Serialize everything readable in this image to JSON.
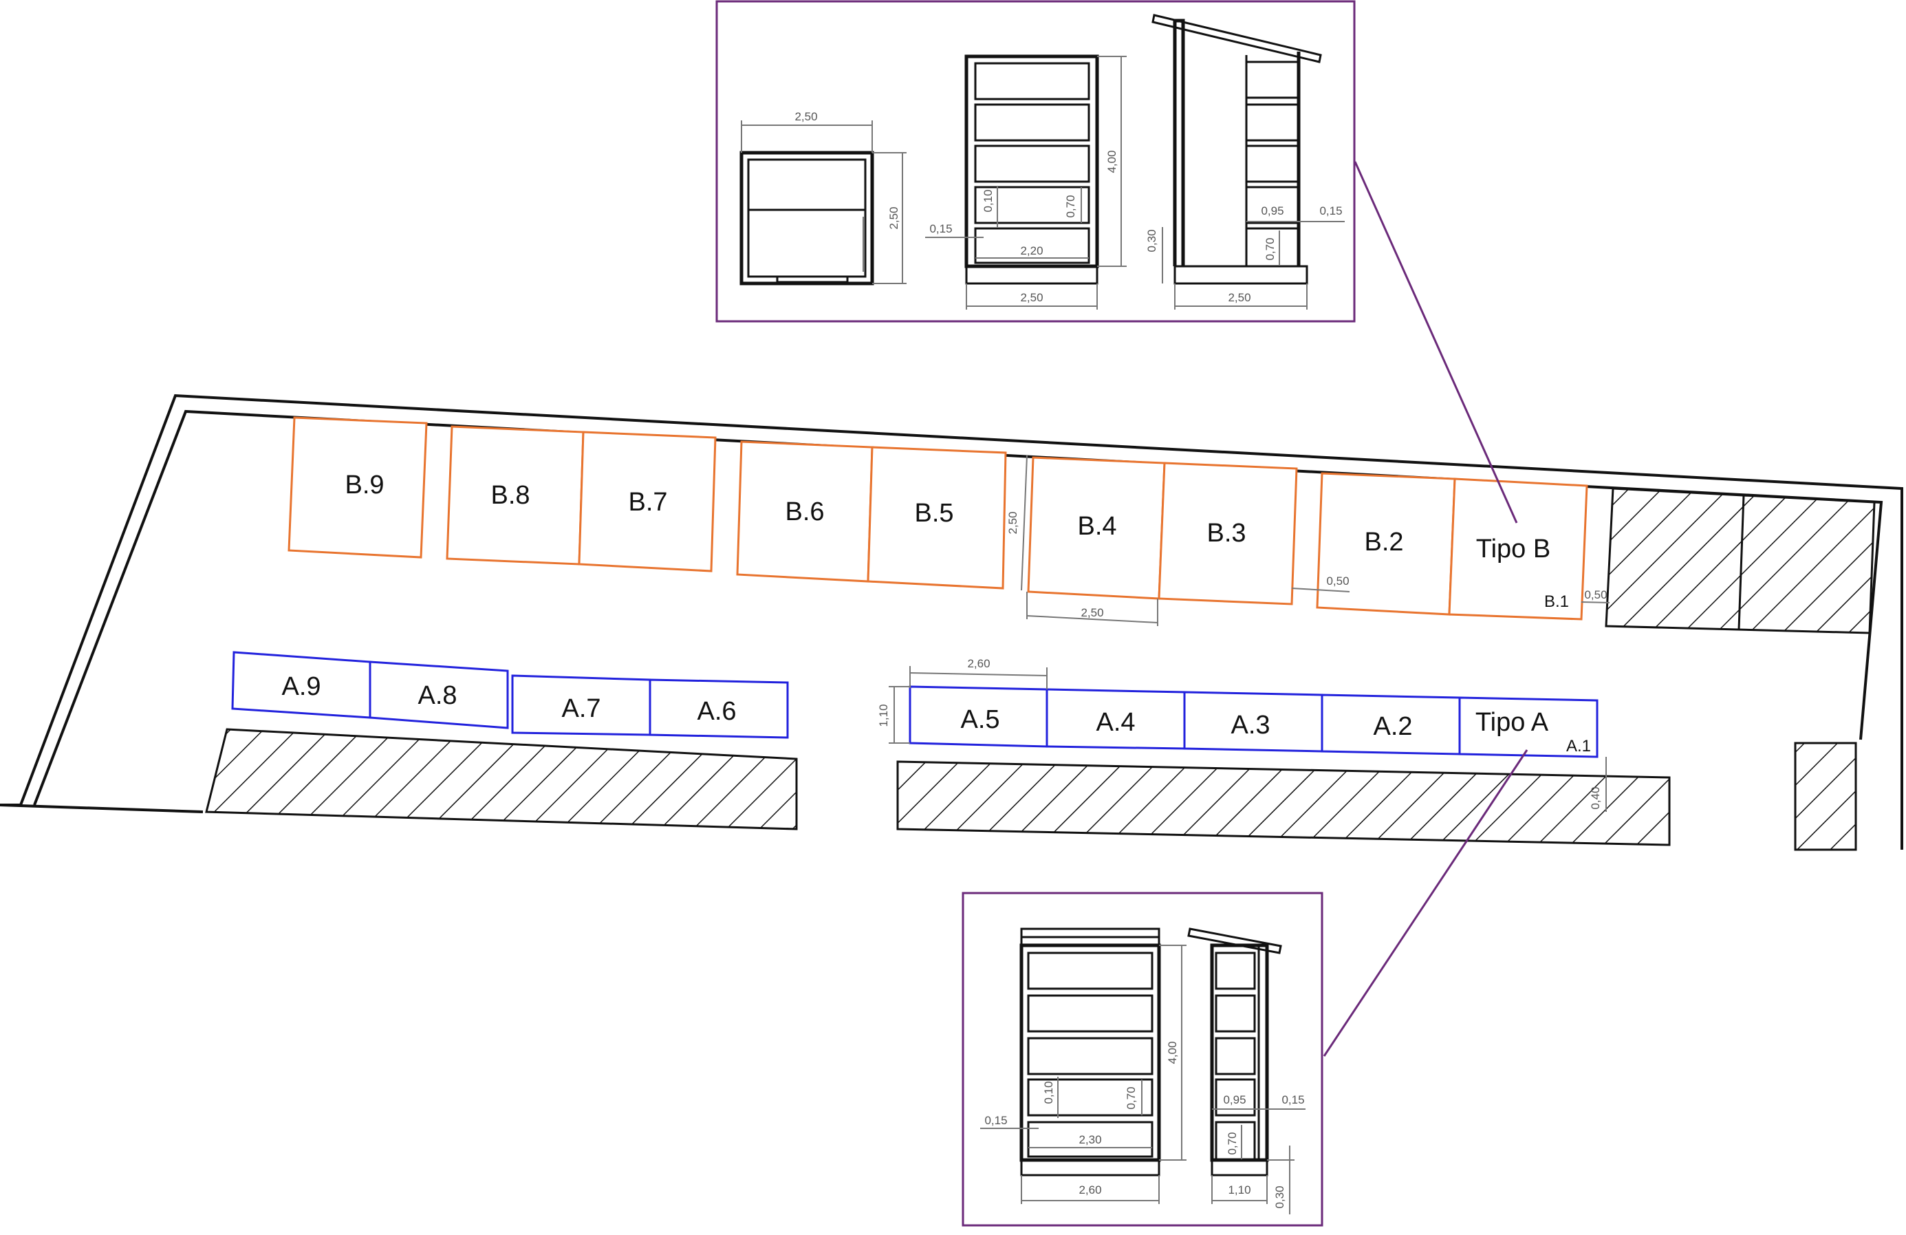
{
  "plan": {
    "type_b_blocks": [
      {
        "id": "b9",
        "label": "B.9"
      },
      {
        "id": "b8",
        "label": "B.8"
      },
      {
        "id": "b7",
        "label": "B.7"
      },
      {
        "id": "b6",
        "label": "B.6"
      },
      {
        "id": "b5",
        "label": "B.5"
      },
      {
        "id": "b4",
        "label": "B.4"
      },
      {
        "id": "b3",
        "label": "B.3"
      },
      {
        "id": "b2",
        "label": "B.2"
      },
      {
        "id": "b1",
        "label": "Tipo B",
        "sublabel": "B.1"
      }
    ],
    "type_a_blocks": [
      {
        "id": "a9",
        "label": "A.9"
      },
      {
        "id": "a8",
        "label": "A.8"
      },
      {
        "id": "a7",
        "label": "A.7"
      },
      {
        "id": "a6",
        "label": "A.6"
      },
      {
        "id": "a5",
        "label": "A.5"
      },
      {
        "id": "a4",
        "label": "A.4"
      },
      {
        "id": "a3",
        "label": "A.3"
      },
      {
        "id": "a2",
        "label": "A.2"
      },
      {
        "id": "a1",
        "label": "Tipo A",
        "sublabel": "A.1"
      }
    ],
    "dimensions": {
      "b_height": "2,50",
      "b_width": "2,50",
      "b_gap_left": "0,50",
      "b_gap_right": "0,50",
      "a_width": "2,60",
      "a_height": "1,10",
      "a_gap": "0,40"
    }
  },
  "detail_b": {
    "plan_width": "2,50",
    "plan_depth": "2,50",
    "front_height": "4,00",
    "front_shelf": "0,10",
    "front_drawer": "0,70",
    "front_base": "0,15",
    "front_inner": "2,20",
    "front_width": "2,50",
    "side_drawer": "0,95",
    "side_gap": "0,15",
    "side_bottom": "0,70",
    "side_plinth": "0,30",
    "side_width": "2,50"
  },
  "detail_a": {
    "front_height": "4,00",
    "front_shelf": "0,10",
    "front_drawer": "0,70",
    "front_base": "0,15",
    "front_inner": "2,30",
    "front_width": "2,60",
    "side_drawer": "0,95",
    "side_gap": "0,15",
    "side_bottom": "0,70",
    "side_width": "1,10",
    "side_plinth": "0,30"
  },
  "colors": {
    "type_b_outline": "#e8742f",
    "type_a_outline": "#2222dd",
    "detail_frame": "#6b2a7a",
    "ink": "#111111"
  }
}
